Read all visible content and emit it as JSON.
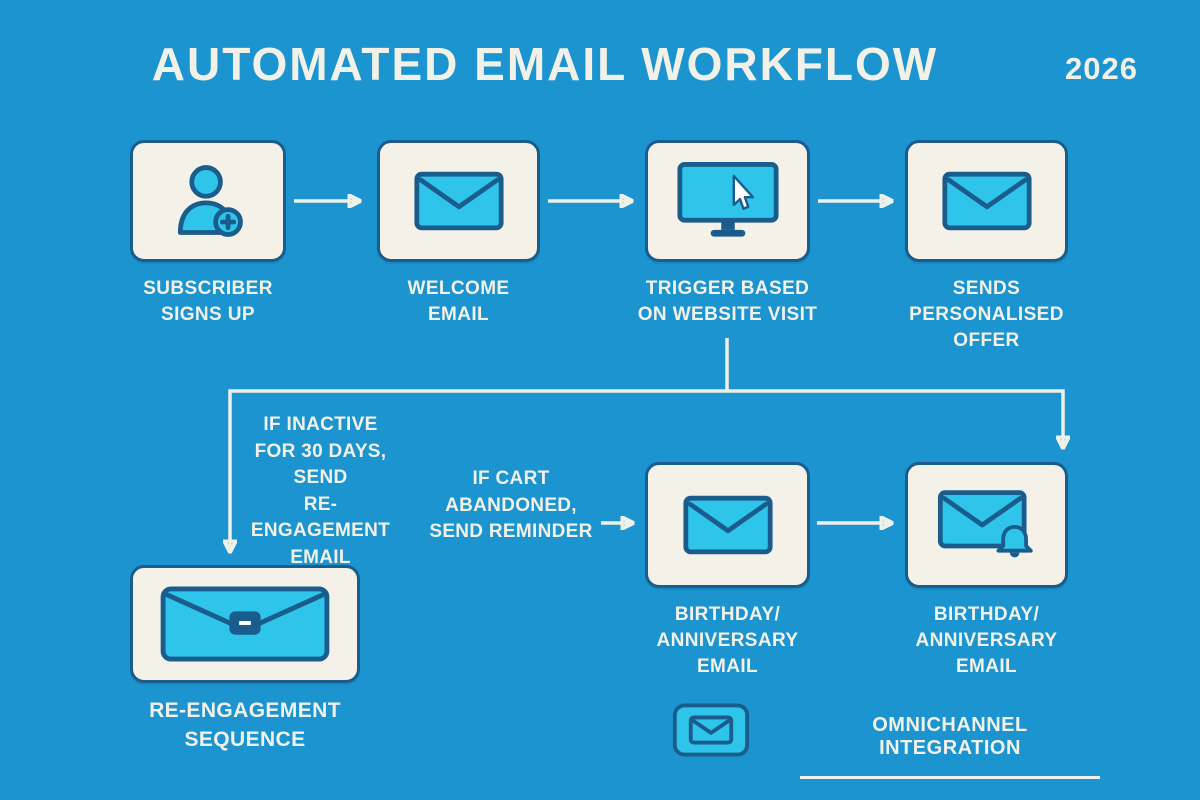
{
  "header": {
    "title": "AUTOMATED EMAIL WORKFLOW",
    "year": "2026"
  },
  "nodes": [
    {
      "id": "subscriber-signs-up",
      "label": "SUBSCRIBER\nSIGNS UP",
      "icon": "user-plus-icon"
    },
    {
      "id": "welcome-email",
      "label": "WELCOME\nEMAIL",
      "icon": "envelope-icon"
    },
    {
      "id": "trigger-website-visit",
      "label": "TRIGGER BASED\nON WEBSITE VISIT",
      "icon": "monitor-cursor-icon"
    },
    {
      "id": "sends-personalised-offer",
      "label": "SENDS\nPERSONALISED\nOFFER",
      "icon": "envelope-icon"
    },
    {
      "id": "birthday-anniversary-email-left",
      "label": "BIRTHDAY/\nANNIVERSARY\nEMAIL",
      "icon": "envelope-icon"
    },
    {
      "id": "birthday-anniversary-email-right",
      "label": "BIRTHDAY/\nANNIVERSARY\nEMAIL",
      "icon": "envelope-bell-icon"
    },
    {
      "id": "re-engagement-sequence",
      "label": "RE-ENGAGEMENT\nSEQUENCE",
      "icon": "envelope-message-icon"
    }
  ],
  "annotations": {
    "inactive": "IF INACTIVE\nFOR 30 DAYS,\nSEND\nRE-ENGAGEMENT\nEMAIL",
    "cart": "IF CART\nABANDONED,\nSEND REMINDER",
    "omnichannel": "OMNICHANNEL INTEGRATION"
  },
  "colors": {
    "bg": "#1b94d0",
    "box-bg": "#f4f2e8",
    "outline": "#1a5d8d",
    "icon-fill": "#2fc5ea",
    "text": "#f2f1e8",
    "arrow": "#eef0ea"
  }
}
